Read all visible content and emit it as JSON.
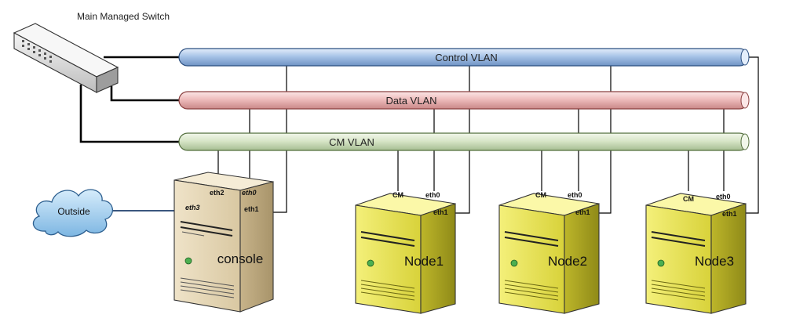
{
  "switch": {
    "title": "Main Managed Switch"
  },
  "vlans": {
    "control": {
      "label": "Control VLAN",
      "color": "#a8c4e8"
    },
    "data": {
      "label": "Data VLAN",
      "color": "#eebcbc"
    },
    "cm": {
      "label": "CM VLAN",
      "color": "#d8e6c8"
    }
  },
  "outside": {
    "label": "Outside"
  },
  "console": {
    "label": "console",
    "ports": {
      "eth0": "eth0",
      "eth1": "eth1",
      "eth2": "eth2",
      "eth3": "eth3"
    }
  },
  "nodes": [
    {
      "label": "Node1",
      "ports": {
        "cm": "CM",
        "eth0": "eth0",
        "eth1": "eth1"
      }
    },
    {
      "label": "Node2",
      "ports": {
        "cm": "CM",
        "eth0": "eth0",
        "eth1": "eth1"
      }
    },
    {
      "label": "Node3",
      "ports": {
        "cm": "CM",
        "eth0": "eth0",
        "eth1": "eth1"
      }
    }
  ]
}
